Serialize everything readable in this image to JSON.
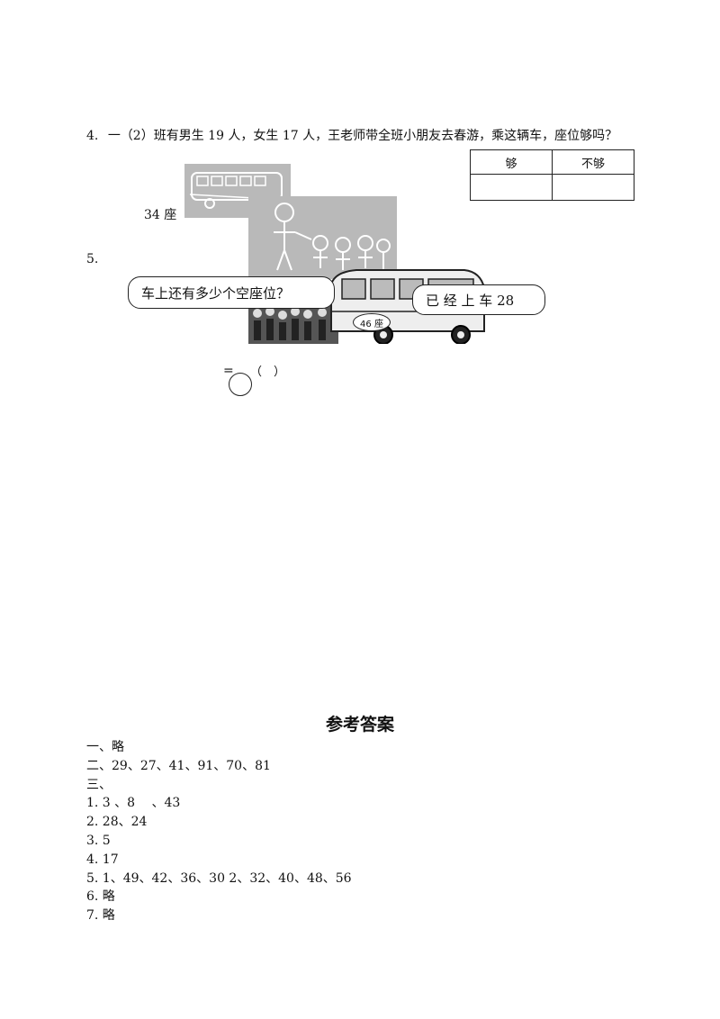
{
  "question4": {
    "number": "4.",
    "text": "一（2）班有男生 19 人，女生 17 人，王老师带全班小朋友去春游，乘这辆车，座位够吗？",
    "table": {
      "headers": [
        "够",
        "不够"
      ],
      "row": [
        "",
        ""
      ]
    },
    "bus_label": "34 座"
  },
  "question5": {
    "number": "5.",
    "bubble_left": "车上还有多少个空座位？",
    "bubble_right": "已 经 上 车 28",
    "bus_sign": "46 座",
    "equation_equals": "=",
    "equation_paren": "（　）"
  },
  "answers": {
    "title": "参考答案",
    "lines": [
      "一、略",
      "二、29、27、41、91、70、81",
      "三、",
      "1. 3 、8 　、43",
      "2. 28、24",
      "3. 5",
      "4. 17",
      "5. 1、49、42、36、30 2、32、40、48、56",
      "6. 略",
      "7. 略"
    ]
  }
}
